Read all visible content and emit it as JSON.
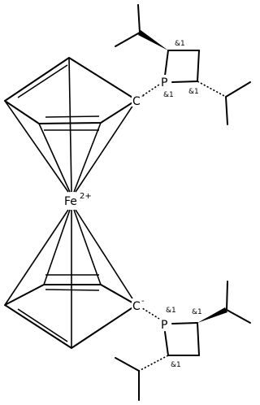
{
  "atoms": {
    "fe": "Fe",
    "fe_charge": "2+",
    "p": "P",
    "c": "C",
    "c_charge": "-"
  },
  "stereo_tag": "&1"
}
